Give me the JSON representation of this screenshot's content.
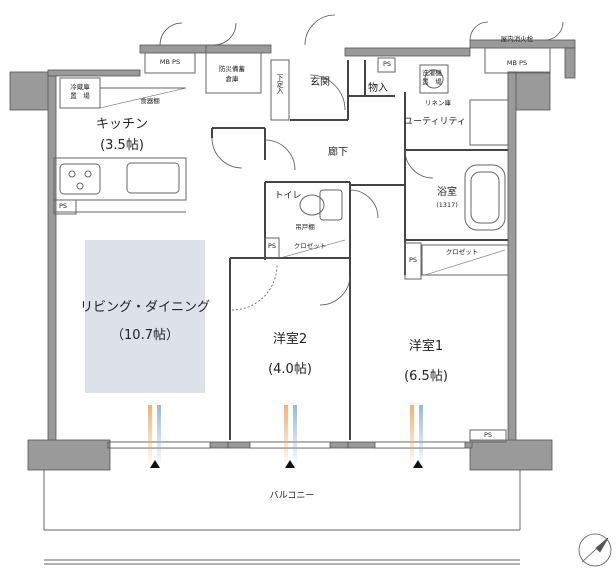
{
  "rooms": {
    "kitchen": {
      "name": "キッチン",
      "area": "(3.5帖)"
    },
    "living": {
      "name": "リビング・ダイニング",
      "area": "（10.7帖）"
    },
    "western2": {
      "name": "洋室2",
      "area": "(4.0帖)"
    },
    "western1": {
      "name": "洋室1",
      "area": "(6.5帖)"
    },
    "entrance": {
      "name": "玄関"
    },
    "corridor": {
      "name": "廊下"
    },
    "toilet": {
      "name": "トイレ"
    },
    "bath": {
      "name": "浴室",
      "size": "(1317)"
    },
    "utility": {
      "name": "ユーティリティ"
    },
    "storage": {
      "name": "物入"
    },
    "balcony": {
      "name": "バルコニー"
    }
  },
  "small_labels": {
    "fridge_line1": "冷蔵庫",
    "fridge_line2": "置　場",
    "cupboard": "食器棚",
    "disaster_line1": "防災備蓄",
    "disaster_line2": "倉庫",
    "mbps_left": "MB PS",
    "mbps_right": "MB PS",
    "hydrant": "屋内消火栓",
    "shoe_box": "下足入",
    "washer_line1": "洗濯機",
    "washer_line2": "置　場",
    "linen": "リネン庫",
    "hanging_shelf": "吊戸棚",
    "closet_toilet": "クロゼット",
    "closet_w1": "クロゼット",
    "ps_storage": "PS",
    "ps_kitchen": "PS",
    "ps_toilet": "PS",
    "ps_bath": "PS",
    "ps_balcony": "PS"
  },
  "colors": {
    "wall": "#9a9a9a",
    "living_highlight": "#dde1ea",
    "warm_air": "#f0a868",
    "cool_air": "#8fb0d8"
  }
}
